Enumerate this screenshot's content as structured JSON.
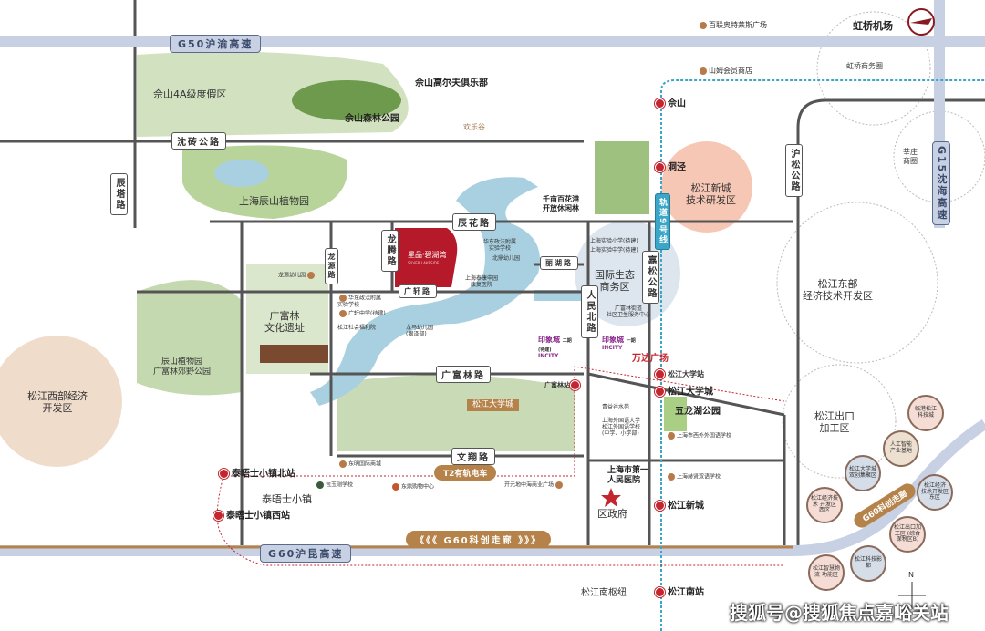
{
  "roads": {
    "g50": "G50沪渝高速",
    "g60": "G60沪昆高速",
    "g15": "G15沈海高速",
    "shenzhuan": "沈砖公路",
    "chenta": "辰塔路",
    "chenhua": "辰花路",
    "guangfulin": "广富林路",
    "wenxiang": "文翔路",
    "hu_song": "沪松公路",
    "jiasong": "嘉松公路",
    "renmin": "人民北路",
    "longteng": "龙腾路",
    "longyuan": "龙源路",
    "lihu": "丽湖路",
    "guangxuan": "广轩路",
    "metro9": "轨道9号线",
    "t2": "T2有轨电车",
    "corridor": "《《《 G60科创走廊 》》》",
    "corridor_ring": "G60科创走廊"
  },
  "places": {
    "sheshan_resort": "佘山4A级度假区",
    "golf": "佘山高尔夫俱乐部",
    "forest_park": "佘山森林公园",
    "happy_valley": "欢乐谷",
    "botanic": "上海辰山植物园",
    "qianmu": "千亩百花港\n开放休闲林",
    "xin_tech": "松江新城\n技术研发区",
    "guangfulin_site": "广富林\n文化遗址",
    "chenshan_wild": "辰山植物园\n广富林郊野公园",
    "west_zone": "松江西部经济\n开发区",
    "university_town": "松江大学城",
    "eco_zone": "国际生态\n商务区",
    "east_zone": "松江东部\n经济技术开发区",
    "export_zone": "松江出口\n加工区",
    "hongqiao_biz": "虹桥商务圈",
    "xinzhuang": "莘庄\n商圈",
    "airport": "虹桥机场",
    "thames": "泰晤士小镇",
    "wulong": "五龙湖公园",
    "district_gov": "区政府",
    "project": "星品·碧湖湾",
    "project_sub": "SILVER LAKESIDE"
  },
  "pois": {
    "bailian": "百联奥特莱斯广场",
    "sams": "山姆会员商店",
    "longyuan_kg": "龙源幼儿园",
    "ecnu_school": "华东政法附属\n实验学校",
    "gx_middle": "广轩中学(待建)",
    "welfare": "松江社会福利院",
    "longma_kg": "龙马幼儿园\n(银泽部)",
    "ecnu_school2": "华东政法附属\n实验学校",
    "beiding_kg": "北鼎幼儿园",
    "taikang": "上海泰康申园\n康复医院",
    "sh_primary": "上海实验小学(待建)",
    "sh_middle": "上海实验中学(待建)",
    "health": "广富林街道\n社区卫生服务中心",
    "incity2": "印象城",
    "incity2_tag": "二期\n(待建)",
    "incity1": "印象城",
    "incity1_tag": "一期",
    "incity_en": "INCITY",
    "wanda": "万达广场",
    "qingxi": "青益谷水苑",
    "sisu": "上海外国语大学\n松江外国语学校\n(中学、小学部)",
    "xiwai": "上海市西外外国语学校",
    "hospital": "上海市第一\n人民医院",
    "bilingual": "上海赫贤双语学校",
    "dongming": "东明国际商城",
    "baoyu": "包玉刚学校",
    "dongding": "东鼎购物中心",
    "kaiyuan": "开元地中海商业广场"
  },
  "stations": {
    "sheshan": "佘山",
    "dongjing": "洞泾",
    "songjiang_univ_st": "松江大学站",
    "songjiang_univ": "松江大学城",
    "songjiang_xincheng": "松江新城",
    "songjiang_south": "松江南站",
    "guangfulin_st": "广富林站",
    "thames_north": "泰晤士小镇北站",
    "thames_west": "泰晤士小镇西站",
    "hub": "松江南枢纽"
  },
  "bubbles": [
    "临港松江\n科技城",
    "人工智能\n产业基地",
    "松江大学城\n双创集聚区",
    "松江经济技术\n开发区西区",
    "松江经济\n技术开发区东区",
    "松江出口加工区\n(综合保税区B)",
    "松江科技影都",
    "松江智慧物流\n功能区"
  ],
  "compass": "N",
  "watermark": "搜狐号@搜狐焦点嘉峪关站",
  "colors": {
    "highway": "#c8d1e4",
    "project": "#b5192a",
    "metro": "#3aa6c8",
    "green": "#9fc17f",
    "water": "#a8d0e0",
    "accent": "#b5824a"
  }
}
